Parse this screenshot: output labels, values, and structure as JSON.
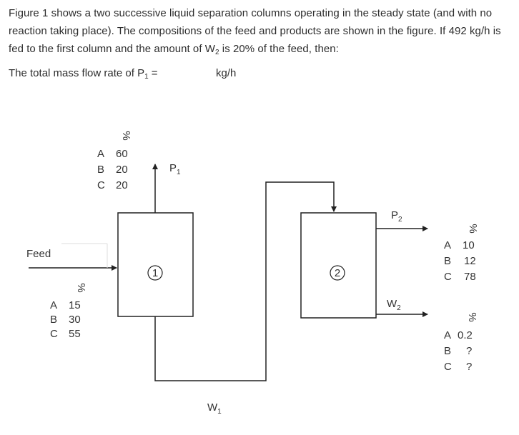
{
  "problem": {
    "text_main": "Figure 1 shows a two successive liquid separation columns operating in the steady state (and with no reaction taking place). The compositions of the feed and products are shown in the figure. If 492 kg/h is fed to the first column and the amount of W",
    "text_sub": "2",
    "text_tail": " is 20% of the feed, then:"
  },
  "question": {
    "prefix": "The total mass flow rate of P",
    "sub": "1",
    "suffix": " =",
    "units": "kg/h"
  },
  "diagram": {
    "feed_label": "Feed",
    "column1_number": "1",
    "column2_number": "2",
    "percent": "%",
    "p1": {
      "main": "P",
      "sub": "1"
    },
    "p2": {
      "main": "P",
      "sub": "2"
    },
    "w1": {
      "main": "W",
      "sub": "1"
    },
    "w2": {
      "main": "W",
      "sub": "2"
    },
    "feed_comp": [
      {
        "component": "A",
        "value": "15"
      },
      {
        "component": "B",
        "value": "30"
      },
      {
        "component": "C",
        "value": "55"
      }
    ],
    "p1_comp": [
      {
        "component": "A",
        "value": "60"
      },
      {
        "component": "B",
        "value": "20"
      },
      {
        "component": "C",
        "value": "20"
      }
    ],
    "p2_comp": [
      {
        "component": "A",
        "value": "10"
      },
      {
        "component": "B",
        "value": "12"
      },
      {
        "component": "C",
        "value": "78"
      }
    ],
    "w2_comp": [
      {
        "component": "A",
        "value": "0.2"
      },
      {
        "component": "B",
        "value": "?"
      },
      {
        "component": "C",
        "value": "?"
      }
    ]
  }
}
